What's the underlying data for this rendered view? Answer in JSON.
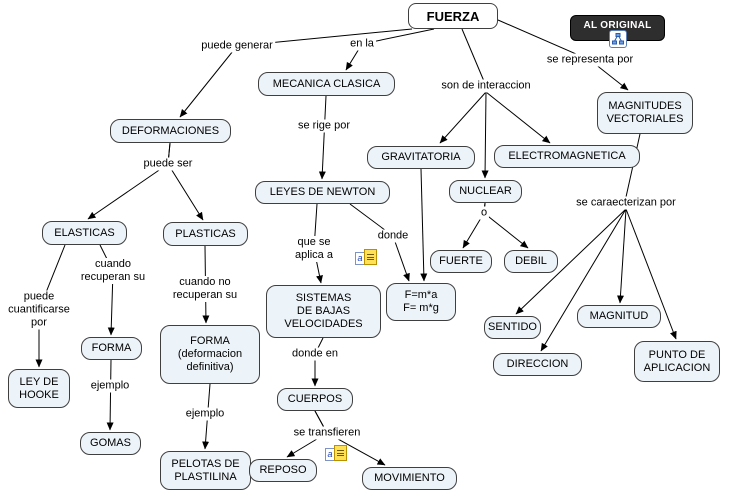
{
  "nodes": {
    "fuerza": {
      "label": "FUERZA"
    },
    "mecanica_clasica": {
      "label": "MECANICA CLASICA"
    },
    "deformaciones": {
      "label": "DEFORMACIONES"
    },
    "magnitudes_vectoriales": {
      "label": "MAGNITUDES\nVECTORIALES"
    },
    "gravitatoria": {
      "label": "GRAVITATORIA"
    },
    "electromagnetica": {
      "label": "ELECTROMAGNETICA"
    },
    "leyes_de_newton": {
      "label": "LEYES DE NEWTON"
    },
    "nuclear": {
      "label": "NUCLEAR"
    },
    "elasticas": {
      "label": "ELASTICAS"
    },
    "plasticas": {
      "label": "PLASTICAS"
    },
    "fuerte": {
      "label": "FUERTE"
    },
    "debil": {
      "label": "DEBIL"
    },
    "sistemas_bajas_velocidades": {
      "label": "SISTEMAS\nDE BAJAS\nVELOCIDADES"
    },
    "formulas": {
      "label": "F=m*a\nF= m*g"
    },
    "sentido": {
      "label": "SENTIDO"
    },
    "magnitud": {
      "label": "MAGNITUD"
    },
    "forma": {
      "label": "FORMA"
    },
    "forma_definitiva": {
      "label": "FORMA\n(deformacion\ndefinitiva)"
    },
    "ley_de_hooke": {
      "label": "LEY DE\nHOOKE"
    },
    "direccion": {
      "label": "DIRECCION"
    },
    "punto_de_aplicacion": {
      "label": "PUNTO DE\nAPLICACION"
    },
    "cuerpos": {
      "label": "CUERPOS"
    },
    "gomas": {
      "label": "GOMAS"
    },
    "pelotas_de_plastilina": {
      "label": "PELOTAS DE\nPLASTILINA"
    },
    "reposo": {
      "label": "REPOSO"
    },
    "movimiento": {
      "label": "MOVIMIENTO"
    }
  },
  "edge_labels": {
    "puede_generar": "puede generar",
    "en_la": "en la",
    "se_representa_por": "se representa por",
    "son_de_interaccion": "son de interaccion",
    "se_rige_por": "se rige por",
    "puede_ser": "puede ser",
    "se_caracterizan_por": "se caraecterizan por",
    "que_se_aplica_a": "que se\naplica a",
    "donde": "donde",
    "o": "o",
    "cuando_recuperan_su": "cuando\nrecuperan su",
    "cuando_no_recuperan_su": "cuando no\nrecuperan su",
    "puede_cuantificarse_por": "puede\ncuantificarse\npor",
    "ejemplo_1": "ejemplo",
    "ejemplo_2": "ejemplo",
    "donde_en": "donde en",
    "se_transfieren": "se transfieren"
  },
  "controls": {
    "al_original": "AL ORIGINAL"
  },
  "icons": {
    "resource_letter": "a"
  },
  "colors": {
    "node_fill": "#edf4f9",
    "node_border": "#3f3f3f",
    "line": "#000000",
    "button_bg": "#2e2e2e",
    "resource_yellow": "#ffe158"
  }
}
